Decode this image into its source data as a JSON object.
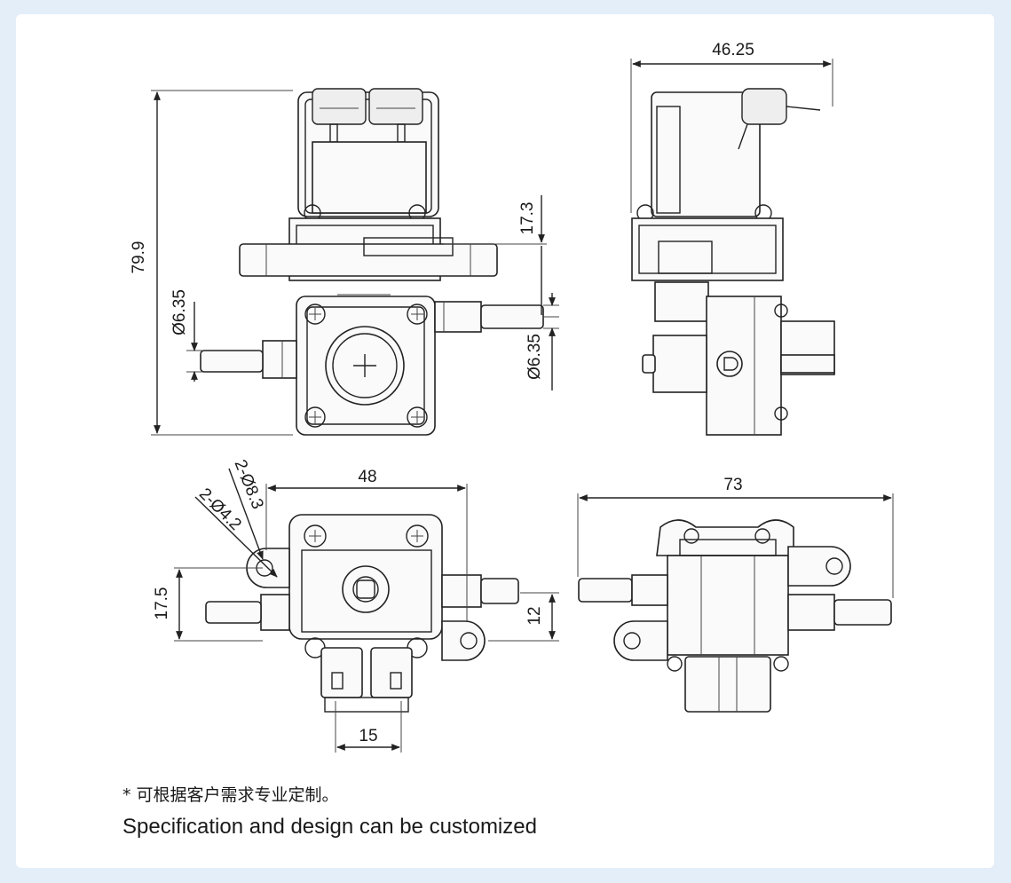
{
  "dimensions": {
    "d_46_25": "46.25",
    "d_79_9": "79.9",
    "d_17_3": "17.3",
    "d_6_35_left": "Ø6.35",
    "d_6_35_right": "Ø6.35",
    "d_48": "48",
    "d_73": "73",
    "d_2_8_3": "2-Ø8.3",
    "d_2_4_2": "2-Ø4.2",
    "d_17_5": "17.5",
    "d_12": "12",
    "d_15": "15"
  },
  "notes": {
    "chinese": "* 可根据客户需求专业定制。",
    "english": "Specification and design can be customized"
  },
  "colors": {
    "background": "#e3eef9",
    "panel": "#ffffff",
    "line": "#222222"
  }
}
